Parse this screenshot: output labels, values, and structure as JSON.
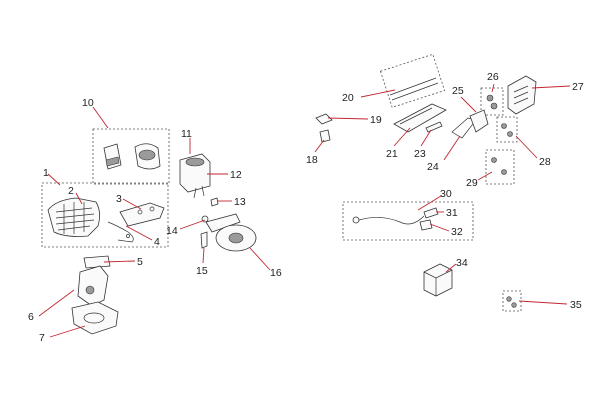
{
  "callouts": {
    "n1": "1",
    "n2": "2",
    "n3": "3",
    "n4": "4",
    "n5": "5",
    "n6": "6",
    "n7": "7",
    "n10": "10",
    "n11": "11",
    "n12": "12",
    "n13": "13",
    "n14": "14",
    "n15": "15",
    "n16": "16",
    "n18": "18",
    "n19": "19",
    "n20": "20",
    "n21": "21",
    "n23": "23",
    "n24": "24",
    "n25": "25",
    "n26": "26",
    "n27": "27",
    "n28": "28",
    "n29": "29",
    "n30": "30",
    "n31": "31",
    "n32": "32",
    "n34": "34",
    "n35": "35"
  },
  "colors": {
    "leader_line": "#c0262e",
    "label_text": "#222222",
    "background": "#ffffff"
  }
}
